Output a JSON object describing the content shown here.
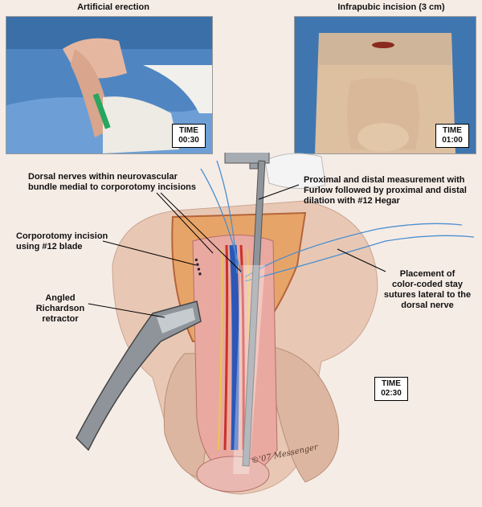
{
  "photos": {
    "left": {
      "title": "Artificial erection",
      "time_label": "TIME",
      "time_value": "00:30"
    },
    "right": {
      "title": "Infrapubic incision (3 cm)",
      "time_label": "TIME",
      "time_value": "01:00"
    }
  },
  "main_time": {
    "label": "TIME",
    "value": "02:30"
  },
  "labels": {
    "dorsal_nerves": "Dorsal nerves within neurovascular\nbundle medial to corporotomy incisions",
    "measurement": "Proximal and distal measurement with\nFurlow followed by proximal and distal\ndilation with #12 Hegar",
    "corporotomy": "Corporotomy incision\nusing #12 blade",
    "stay_sutures": "Placement of\ncolor-coded stay\nsutures lateral to the\ndorsal nerve",
    "retractor": "Angled\nRichardson\nretractor"
  },
  "signature": "©'07 Messenger",
  "colors": {
    "skin": "#e8c8b4",
    "drape_blue": "#3d77b0",
    "vein_blue": "#2b58b8",
    "artery_red": "#c8312a",
    "nerve_yellow": "#e8c848",
    "suture_blue": "#4a8fd0",
    "instrument_gray": "#8e949a"
  }
}
